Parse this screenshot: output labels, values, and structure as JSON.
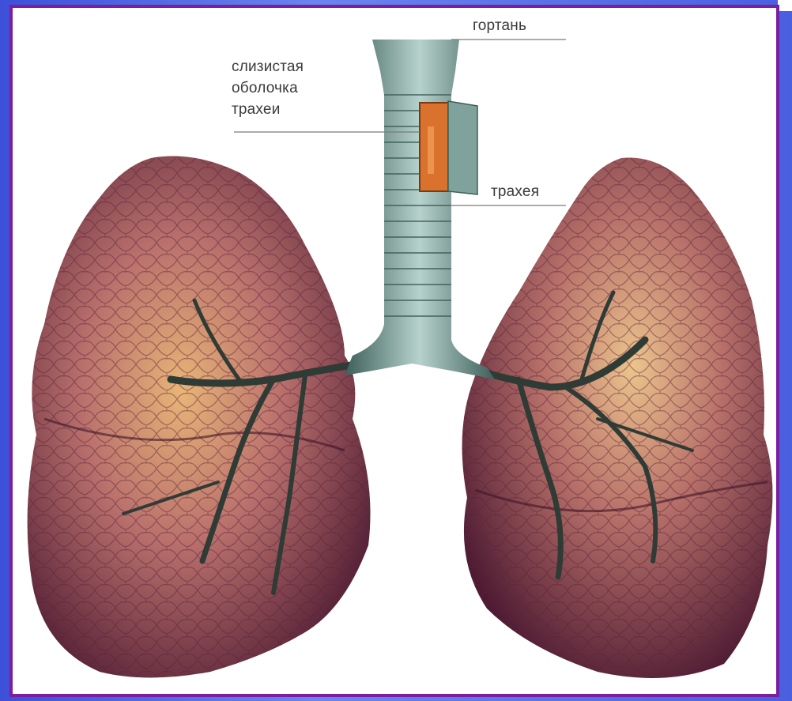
{
  "diagram": {
    "labels": {
      "larynx": "гортань",
      "mucosa_line1": "слизистая",
      "mucosa_line2": "оболочка",
      "mucosa_line3": "трахеи",
      "trachea": "трахея"
    },
    "colors": {
      "frame_border": "#7a1fa0",
      "background": "#5b6fe0",
      "lung": "#8a3f5a",
      "trachea": "#8fb0aa",
      "mucosa": "#e07a2a"
    }
  }
}
